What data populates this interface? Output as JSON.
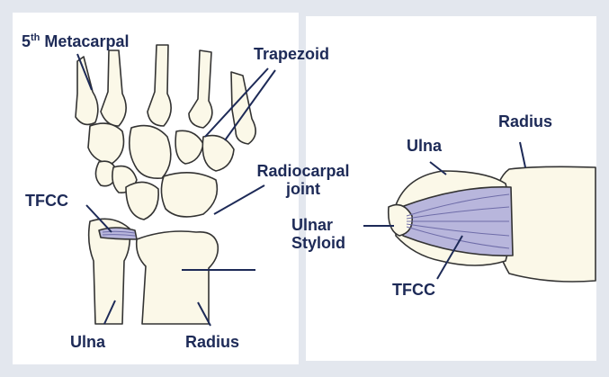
{
  "colors": {
    "background": "#e3e7ee",
    "panel": "#ffffff",
    "label": "#1d2a57",
    "bone": "#fbf8e8",
    "ligament": "#b8b6dc",
    "outline": "#333333"
  },
  "left": {
    "metacarpal": {
      "prefix": "5",
      "suffix": "th",
      "rest": " Metacarpal"
    },
    "trapezoid": "Trapezoid",
    "radiocarpal_line1": "Radiocarpal",
    "radiocarpal_line2": "joint",
    "tfcc": "TFCC",
    "ulna": "Ulna",
    "radius": "Radius"
  },
  "right": {
    "radius": "Radius",
    "ulna": "Ulna",
    "ulnar_line1": "Ulnar",
    "styloid_line2": "Styloid",
    "tfcc": "TFCC"
  }
}
